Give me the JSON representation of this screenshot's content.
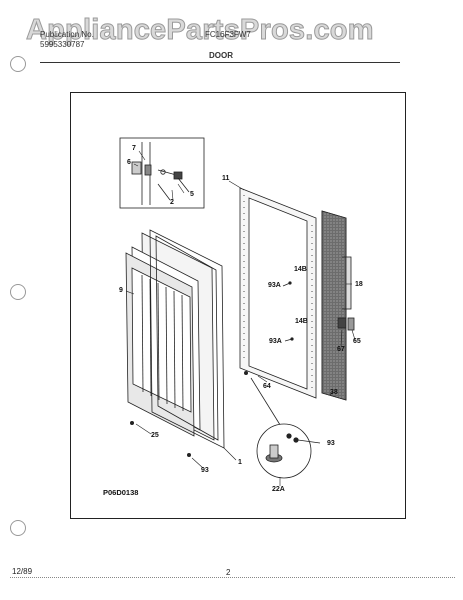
{
  "watermark": "AppliancePartsPros.com",
  "header": {
    "left_line1": "Publication No.",
    "left_line2": "5995330787",
    "model": "FC16F3FW7",
    "section": "DOOR"
  },
  "diagram": {
    "code": "P06D0138",
    "callouts": {
      "c7": "7",
      "c6": "6",
      "c5": "5",
      "c2": "2",
      "c11": "11",
      "c9": "9",
      "c14b_1": "14B",
      "c93a_1": "93A",
      "c18": "18",
      "c14b_2": "14B",
      "c93a_2": "93A",
      "c67": "67",
      "c65": "65",
      "c64": "64",
      "c38": "38",
      "c25": "25",
      "c1": "1",
      "c93_1": "93",
      "c93_2": "93",
      "c22a": "22A"
    }
  },
  "footer": {
    "date": "12/89",
    "page": "2"
  }
}
